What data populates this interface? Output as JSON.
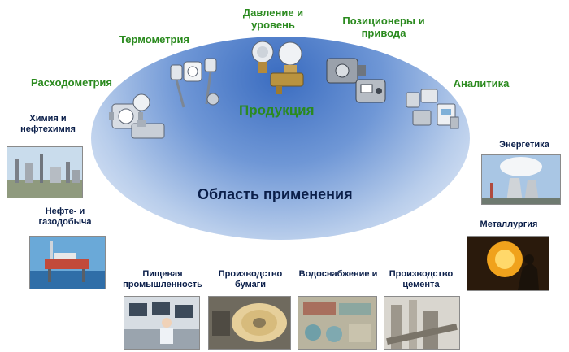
{
  "products": {
    "center_label": "Продукция",
    "categories": [
      {
        "label": "Расходометрия"
      },
      {
        "label": "Термометрия"
      },
      {
        "label": "Давление и уровень"
      },
      {
        "label": "Позиционеры и привода"
      },
      {
        "label": "Аналитика"
      }
    ]
  },
  "applications": {
    "center_label": "Область применения",
    "items": [
      {
        "label": "Химия и нефтехимия"
      },
      {
        "label": "Нефте- и газодобыча"
      },
      {
        "label": "Пищевая промышленность"
      },
      {
        "label": "Производство бумаги"
      },
      {
        "label": "Водоснабжение и"
      },
      {
        "label": "Производство цемента"
      },
      {
        "label": "Энергетика"
      },
      {
        "label": "Металлургия"
      }
    ]
  }
}
